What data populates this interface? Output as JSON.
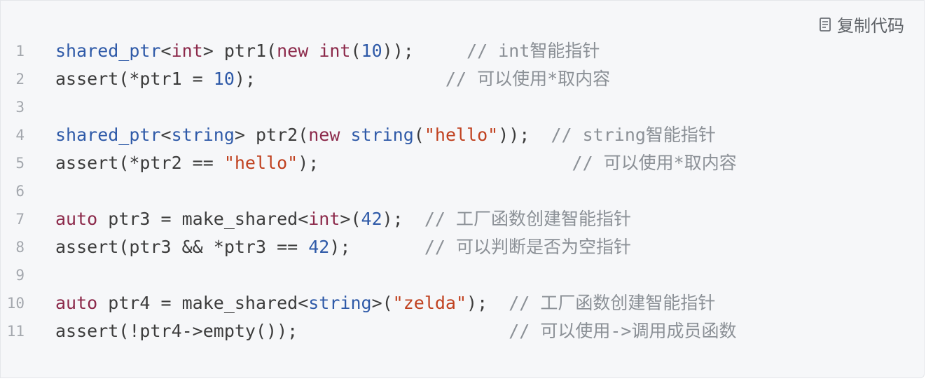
{
  "toolbar": {
    "copy_label": "复制代码",
    "copy_icon": "document-copy-icon"
  },
  "colors": {
    "background": "#f6f7f9",
    "type": "#2f5aa8",
    "keyword": "#8c2a4b",
    "number": "#2f5aa8",
    "string": "#c0411f",
    "comment": "#8b9096",
    "line_number": "#a3a7ad"
  },
  "lines": [
    {
      "n": "1",
      "tokens": [
        {
          "t": "shared_ptr",
          "c": "ty"
        },
        {
          "t": "<",
          "c": "plain"
        },
        {
          "t": "int",
          "c": "kw"
        },
        {
          "t": "> ptr1(",
          "c": "plain"
        },
        {
          "t": "new",
          "c": "kw"
        },
        {
          "t": " ",
          "c": "plain"
        },
        {
          "t": "int",
          "c": "kw"
        },
        {
          "t": "(",
          "c": "plain"
        },
        {
          "t": "10",
          "c": "num"
        },
        {
          "t": "));     ",
          "c": "plain"
        },
        {
          "t": "// int智能指针",
          "c": "cmt"
        }
      ]
    },
    {
      "n": "2",
      "tokens": [
        {
          "t": "assert(*ptr1 = ",
          "c": "plain"
        },
        {
          "t": "10",
          "c": "num"
        },
        {
          "t": ");                  ",
          "c": "plain"
        },
        {
          "t": "// 可以使用*取内容",
          "c": "cmt"
        }
      ]
    },
    {
      "n": "3",
      "tokens": []
    },
    {
      "n": "4",
      "tokens": [
        {
          "t": "shared_ptr",
          "c": "ty"
        },
        {
          "t": "<",
          "c": "plain"
        },
        {
          "t": "string",
          "c": "ty"
        },
        {
          "t": "> ptr2(",
          "c": "plain"
        },
        {
          "t": "new",
          "c": "kw"
        },
        {
          "t": " ",
          "c": "plain"
        },
        {
          "t": "string",
          "c": "ty"
        },
        {
          "t": "(",
          "c": "plain"
        },
        {
          "t": "\"hello\"",
          "c": "str"
        },
        {
          "t": "));  ",
          "c": "plain"
        },
        {
          "t": "// string智能指针",
          "c": "cmt"
        }
      ]
    },
    {
      "n": "5",
      "tokens": [
        {
          "t": "assert(*ptr2 == ",
          "c": "plain"
        },
        {
          "t": "\"hello\"",
          "c": "str"
        },
        {
          "t": ");                        ",
          "c": "plain"
        },
        {
          "t": "// 可以使用*取内容",
          "c": "cmt"
        }
      ]
    },
    {
      "n": "6",
      "tokens": []
    },
    {
      "n": "7",
      "tokens": [
        {
          "t": "auto",
          "c": "kw"
        },
        {
          "t": " ptr3 = make_shared<",
          "c": "plain"
        },
        {
          "t": "int",
          "c": "kw"
        },
        {
          "t": ">(",
          "c": "plain"
        },
        {
          "t": "42",
          "c": "num"
        },
        {
          "t": ");  ",
          "c": "plain"
        },
        {
          "t": "// 工厂函数创建智能指针",
          "c": "cmt"
        }
      ]
    },
    {
      "n": "8",
      "tokens": [
        {
          "t": "assert(ptr3 && *ptr3 == ",
          "c": "plain"
        },
        {
          "t": "42",
          "c": "num"
        },
        {
          "t": ");       ",
          "c": "plain"
        },
        {
          "t": "// 可以判断是否为空指针",
          "c": "cmt"
        }
      ]
    },
    {
      "n": "9",
      "tokens": []
    },
    {
      "n": "10",
      "tokens": [
        {
          "t": "auto",
          "c": "kw"
        },
        {
          "t": " ptr4 = make_shared<",
          "c": "plain"
        },
        {
          "t": "string",
          "c": "ty"
        },
        {
          "t": ">(",
          "c": "plain"
        },
        {
          "t": "\"zelda\"",
          "c": "str"
        },
        {
          "t": ");  ",
          "c": "plain"
        },
        {
          "t": "// 工厂函数创建智能指针",
          "c": "cmt"
        }
      ]
    },
    {
      "n": "11",
      "tokens": [
        {
          "t": "assert(!ptr4->empty());                    ",
          "c": "plain"
        },
        {
          "t": "// 可以使用->调用成员函数",
          "c": "cmt"
        }
      ]
    }
  ]
}
